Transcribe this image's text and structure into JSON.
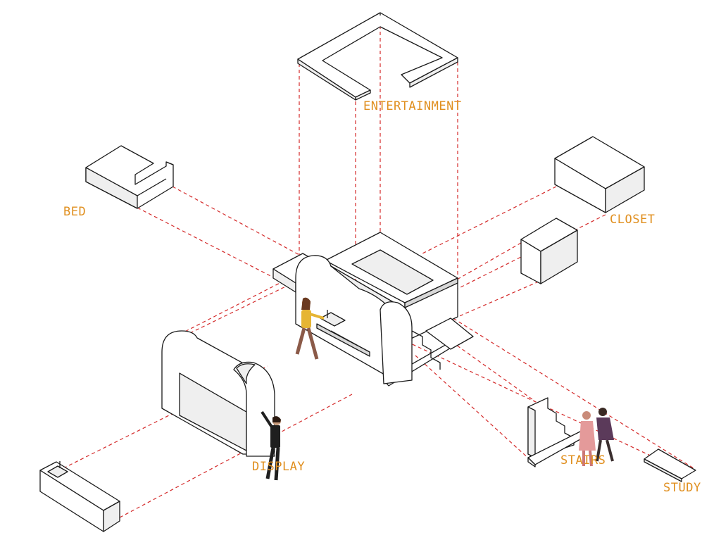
{
  "labels": {
    "entertainment": "ENTERTAINMENT",
    "bed": "BED",
    "closet": "CLOSET",
    "display": "DISPLAY",
    "stairs": "STAIRS",
    "study": "STUDY"
  },
  "colors": {
    "label": "#e08f1f",
    "guide_line": "#d42a2a",
    "outline": "#1a1a1a"
  }
}
